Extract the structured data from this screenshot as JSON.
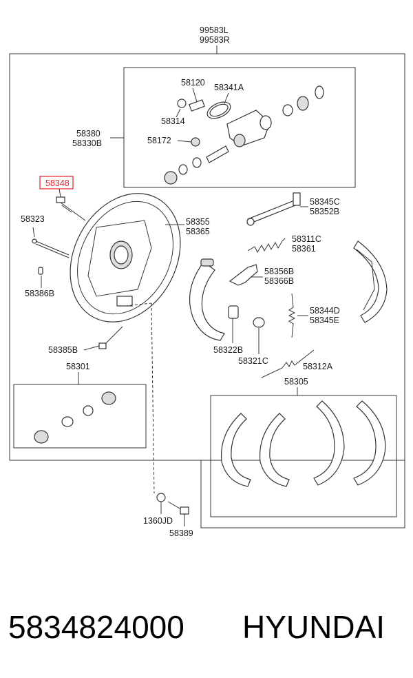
{
  "assembly": {
    "line1": "99583L",
    "line2": "99583R"
  },
  "parts": {
    "p58120": "58120",
    "p58341A": "58341A",
    "p58314": "58314",
    "p58172": "58172",
    "p58380": "58380",
    "p58330B": "58330B",
    "p58348": "58348",
    "p58323": "58323",
    "p58355": "58355",
    "p58365": "58365",
    "p58345C": "58345C",
    "p58352B": "58352B",
    "p58311C": "58311C",
    "p58361": "58361",
    "p58356B": "58356B",
    "p58366B": "58366B",
    "p58386B": "58386B",
    "p58344D": "58344D",
    "p58345E": "58345E",
    "p58322B": "58322B",
    "p58321C": "58321C",
    "p58385B": "58385B",
    "p58312A": "58312A",
    "p58301": "58301",
    "p58305": "58305",
    "p1360JD": "1360JD",
    "p58389": "58389"
  },
  "highlight_color": "#e8212a",
  "footer": {
    "part_number": "5834824000",
    "brand": "HYUNDAI"
  }
}
